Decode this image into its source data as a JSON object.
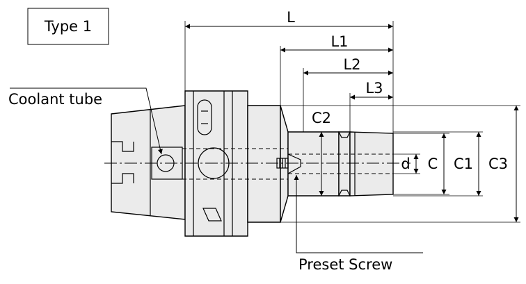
{
  "figure": {
    "type_label": "Type 1",
    "callouts": {
      "coolant_tube": "Coolant tube",
      "preset_screw": "Preset Screw"
    },
    "dimensions": {
      "L": "L",
      "L1": "L1",
      "L2": "L2",
      "L3": "L3",
      "C2": "C2",
      "d": "d",
      "C": "C",
      "C1": "C1",
      "C3": "C3"
    }
  }
}
